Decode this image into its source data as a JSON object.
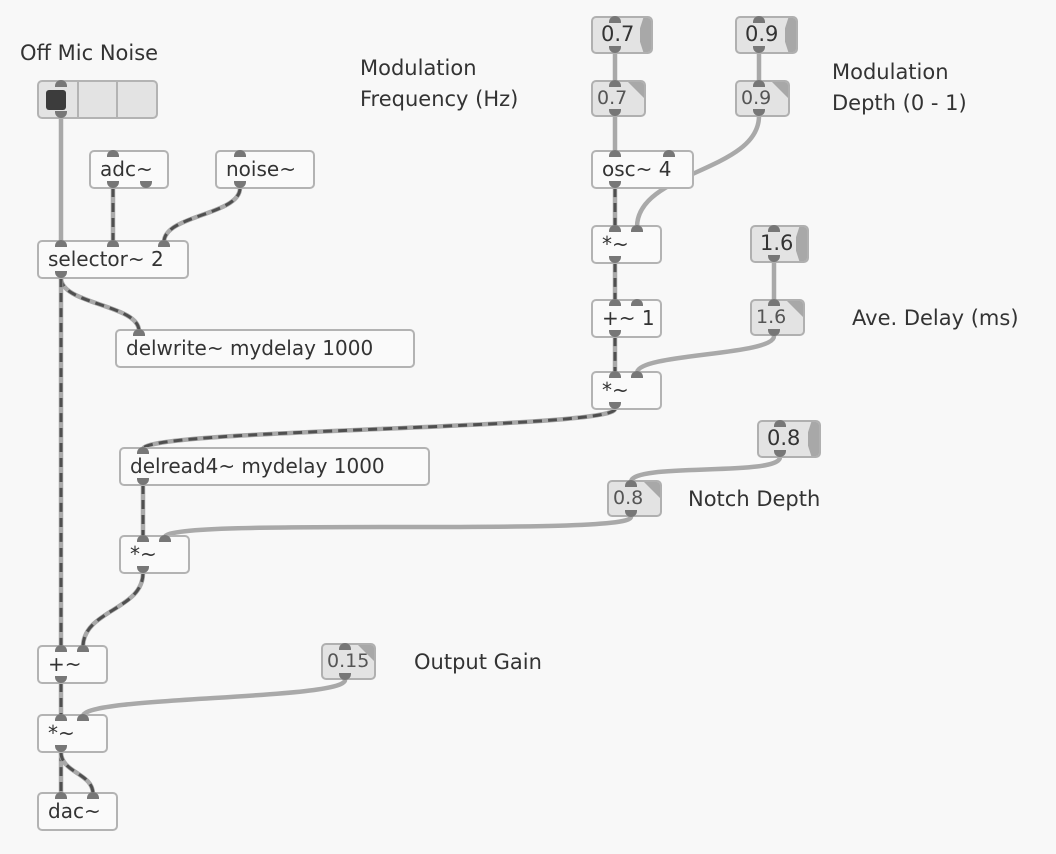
{
  "patcher": {
    "labels": {
      "off_mic_noise": "Off Mic Noise",
      "mod_freq_line1": "Modulation",
      "mod_freq_line2": "Frequency (Hz)",
      "mod_depth_line1": "Modulation",
      "mod_depth_line2": "Depth (0 - 1)",
      "ave_delay": "Ave. Delay (ms)",
      "notch_depth": "Notch Depth",
      "output_gain": "Output Gain"
    },
    "radiogroup": {
      "cells": 3,
      "selected_index": 0
    },
    "objects": {
      "adc": "adc~",
      "noise": "noise~",
      "selector": "selector~ 2",
      "delwrite": "delwrite~ mydelay 1000",
      "osc": "osc~ 4",
      "mul1": "*~",
      "add1": "+~ 1",
      "mul2": "*~",
      "delread": "delread4~ mydelay 1000",
      "mul3": "*~",
      "add2": "+~",
      "mul4": "*~",
      "dac": "dac~"
    },
    "numbers": {
      "mod_freq_control": "0.7",
      "mod_freq_value": "0.7",
      "mod_depth_control": "0.9",
      "mod_depth_value": "0.9",
      "ave_delay_control": "1.6",
      "ave_delay_value": "1.6",
      "notch_depth_control": "0.8",
      "notch_depth_value": "0.8",
      "output_gain_value": "0.15"
    }
  }
}
